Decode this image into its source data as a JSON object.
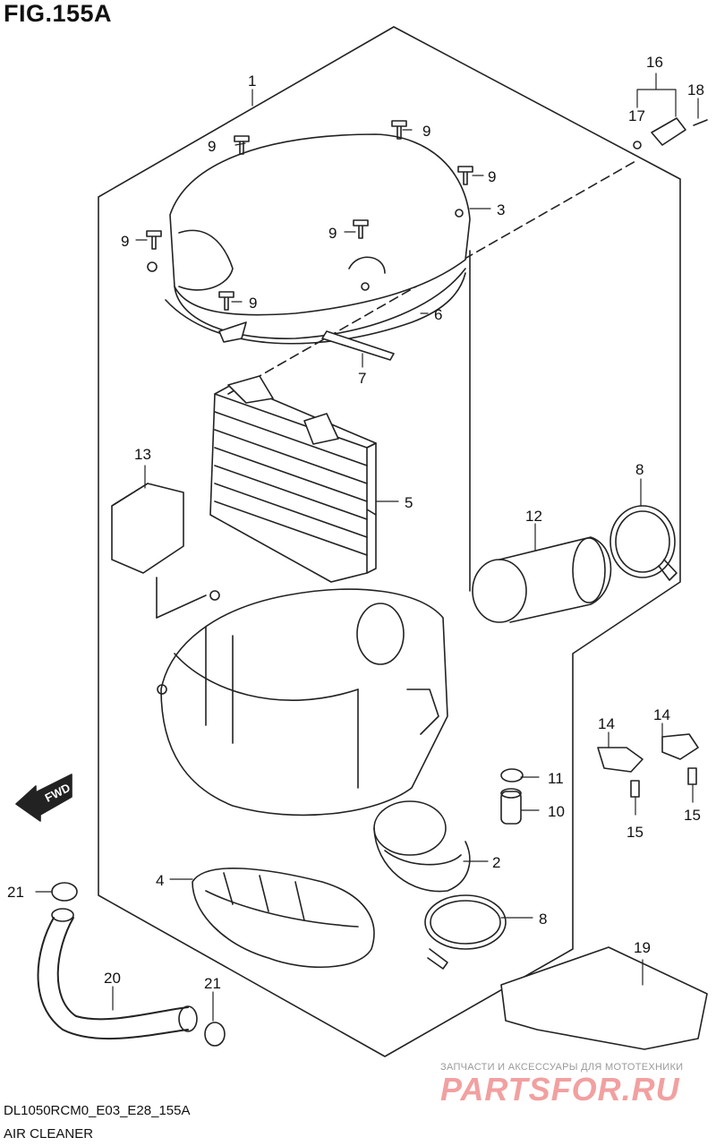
{
  "figure": {
    "title": "FIG.155A",
    "code": "DL1050RCM0_E03_E28_155A",
    "name": "AIR CLEANER"
  },
  "watermark": {
    "tagline": "ЗАПЧАСТИ И АКСЕССУАРЫ ДЛЯ МОТОТЕХНИКИ",
    "brand": "PARTSFOR.RU"
  },
  "direction_marker": {
    "label": "FWD"
  },
  "callouts": [
    "1",
    "2",
    "3",
    "4",
    "5",
    "6",
    "7",
    "8",
    "8",
    "9",
    "9",
    "9",
    "9",
    "9",
    "9",
    "10",
    "11",
    "12",
    "13",
    "14",
    "14",
    "15",
    "15",
    "16",
    "17",
    "18",
    "19",
    "20",
    "21",
    "21"
  ]
}
